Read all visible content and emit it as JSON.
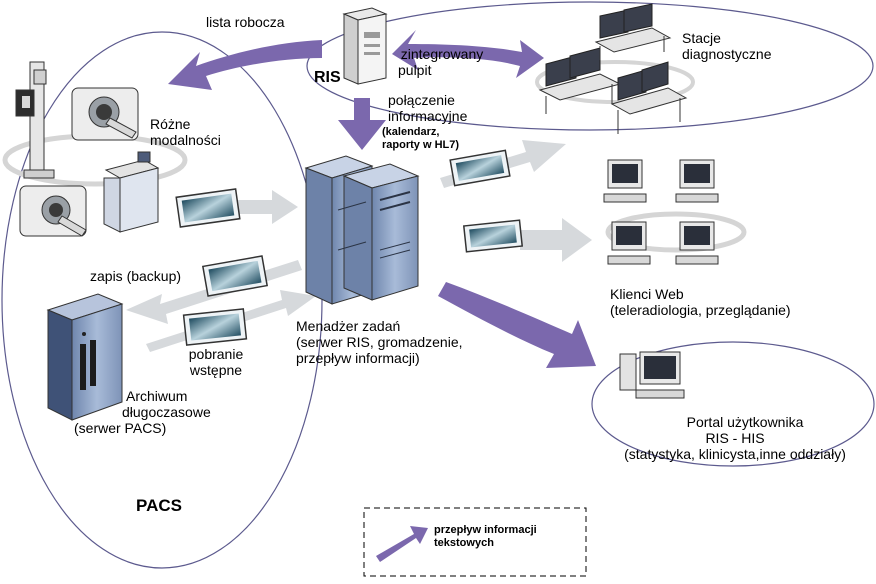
{
  "labels": {
    "worklist": "lista robocza",
    "ris": "RIS",
    "integrated_desktop": [
      "zintegrowany",
      "pulpit"
    ],
    "info_connection": [
      "połączenie",
      "informacyjne"
    ],
    "calendar_reports": [
      "(kalendarz,",
      "raporty w HL7)"
    ],
    "diagnostic_stations": [
      "Stacje",
      "diagnostyczne"
    ],
    "modalities": [
      "Różne",
      "modalności"
    ],
    "backup": "zapis (backup)",
    "prefetch": [
      "pobranie",
      "wstępne"
    ],
    "archive": [
      "Archiwum",
      "długoczasowe",
      "(serwer PACS)"
    ],
    "pacs": "PACS",
    "task_manager": [
      "Menadżer zadań",
      "(serwer RIS, gromadzenie,",
      "przepływ informacji)"
    ],
    "web_clients": [
      "Klienci Web",
      "(teleradiologia, przeglądanie)"
    ],
    "user_portal": [
      "Portal użytkownika",
      "RIS - HIS",
      "(statystyka, klinicysta,inne oddziały)"
    ]
  },
  "legend": {
    "lines": [
      "przepływ informacji",
      "tekstowych"
    ]
  },
  "colors": {
    "purple_arrow": "#7b68ad",
    "gray_arrow": "#d6d9dc",
    "ellipse_stroke": "#5c5a8e",
    "server_blue": "#8fa4c6",
    "screen_dark": "#2a2f3a"
  }
}
